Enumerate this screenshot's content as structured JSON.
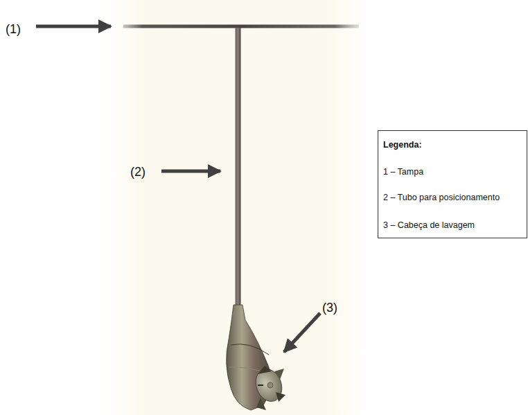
{
  "diagram": {
    "labels": [
      "(1)",
      "(2)",
      "(3)",
      "Legenda:"
    ],
    "legend": [
      {
        "text": "1 – Tampa"
      },
      {
        "text": "2 – Tubo para posicionamento"
      },
      {
        "text": "3 – Cabeça de lavagem"
      }
    ]
  }
}
